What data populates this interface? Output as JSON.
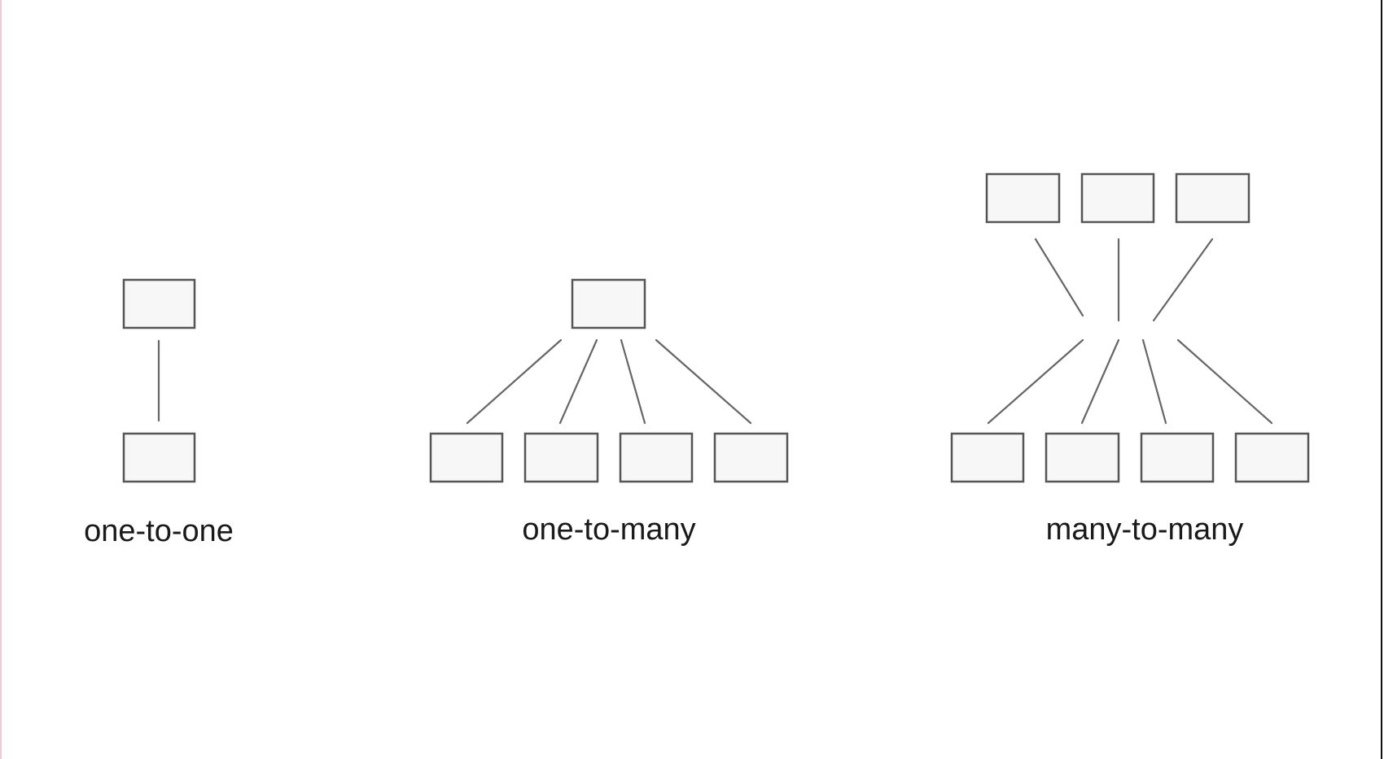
{
  "captions": {
    "one_to_one": "one-to-one",
    "one_to_many": "one-to-many",
    "many_to_many": "many-to-many"
  },
  "colors": {
    "box_fill": "#f7f7f7",
    "box_stroke": "#555555",
    "link_stroke": "#666666",
    "text": "#1a1a1a"
  }
}
